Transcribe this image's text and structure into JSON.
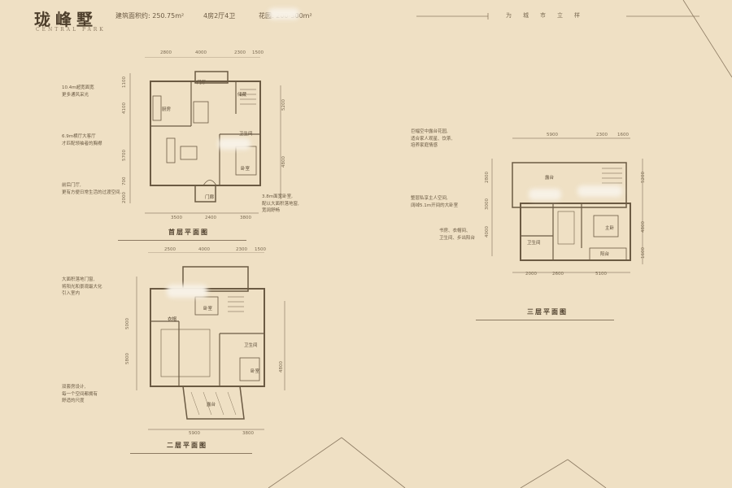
{
  "header": {
    "brand_cn": "珑峰墅",
    "brand_en": "CENTRAL PARK",
    "area": "建筑面积约: 250.75m²",
    "layout": "4房2厅4卫",
    "garden": "花园: 200-300m²",
    "slogan": "为城市立样"
  },
  "colors": {
    "background": "#efe0c4",
    "wall": "#6b5a43",
    "text": "#4e3f2c"
  },
  "floors": {
    "first": {
      "title": "首层平面图",
      "notes": {
        "window": "10.4m超宽面宽\n更多通风采光",
        "living": "6.9m横厅大客厅\n才匹配领袖者的胸襟",
        "court": "前后门厅,\n更有方便日常生活的过渡空间.",
        "bedroom": "3.8m面宽卧室,\n配以大面积落地窗,\n宽阔舒畅"
      },
      "rooms": {
        "kitchen": "厨房",
        "storage": "储藏",
        "foyer": "门厅",
        "bath": "卫生间",
        "bedroom": "卧室",
        "entry": "门廊"
      },
      "dims_top": [
        "2800",
        "4000",
        "2300",
        "1500"
      ],
      "dims_bottom": [
        "3500",
        "2400",
        "3800"
      ],
      "dims_left": [
        "1100",
        "4100",
        "5700",
        "700",
        "2000"
      ],
      "dims_right": [
        "5200",
        "4800"
      ]
    },
    "second": {
      "title": "二层平面图",
      "notes": {
        "window": "大面积落地门窗,\n将阳光和景观最大化\n引入室内",
        "double": "双套房设计,\n每一个空间都拥有\n舒适的尺度"
      },
      "rooms": {
        "bedroom1": "卧室",
        "cloak": "衣帽",
        "bath": "卫生间",
        "bedroom2": "卧室",
        "terrace": "露台"
      },
      "dims_top": [
        "2500",
        "4000",
        "2300",
        "1500"
      ],
      "dims_bottom": [
        "5900",
        "3800"
      ],
      "dims_left": [
        "5000",
        "5800"
      ],
      "dims_right": [
        "4800"
      ]
    },
    "third": {
      "title": "三层平面图",
      "notes": {
        "garden": "巨幅空中露台花园,\n适合家人观星、饮茶,\n培养家庭情感",
        "master": "整层私享主人空间,\n阔绰5.1m开间的大卧室",
        "study": "书房、衣帽间、\n卫生间、步出阳台"
      },
      "rooms": {
        "terrace": "露台",
        "master": "主卧",
        "bath": "卫生间",
        "balcony": "阳台"
      },
      "dims_top": [
        "5900",
        "2300",
        "1600"
      ],
      "dims_bottom": [
        "2000",
        "2600",
        "5100"
      ],
      "dims_left": [
        "2800",
        "3000",
        "4000"
      ],
      "dims_right": [
        "5200",
        "4800",
        "1600"
      ]
    }
  }
}
